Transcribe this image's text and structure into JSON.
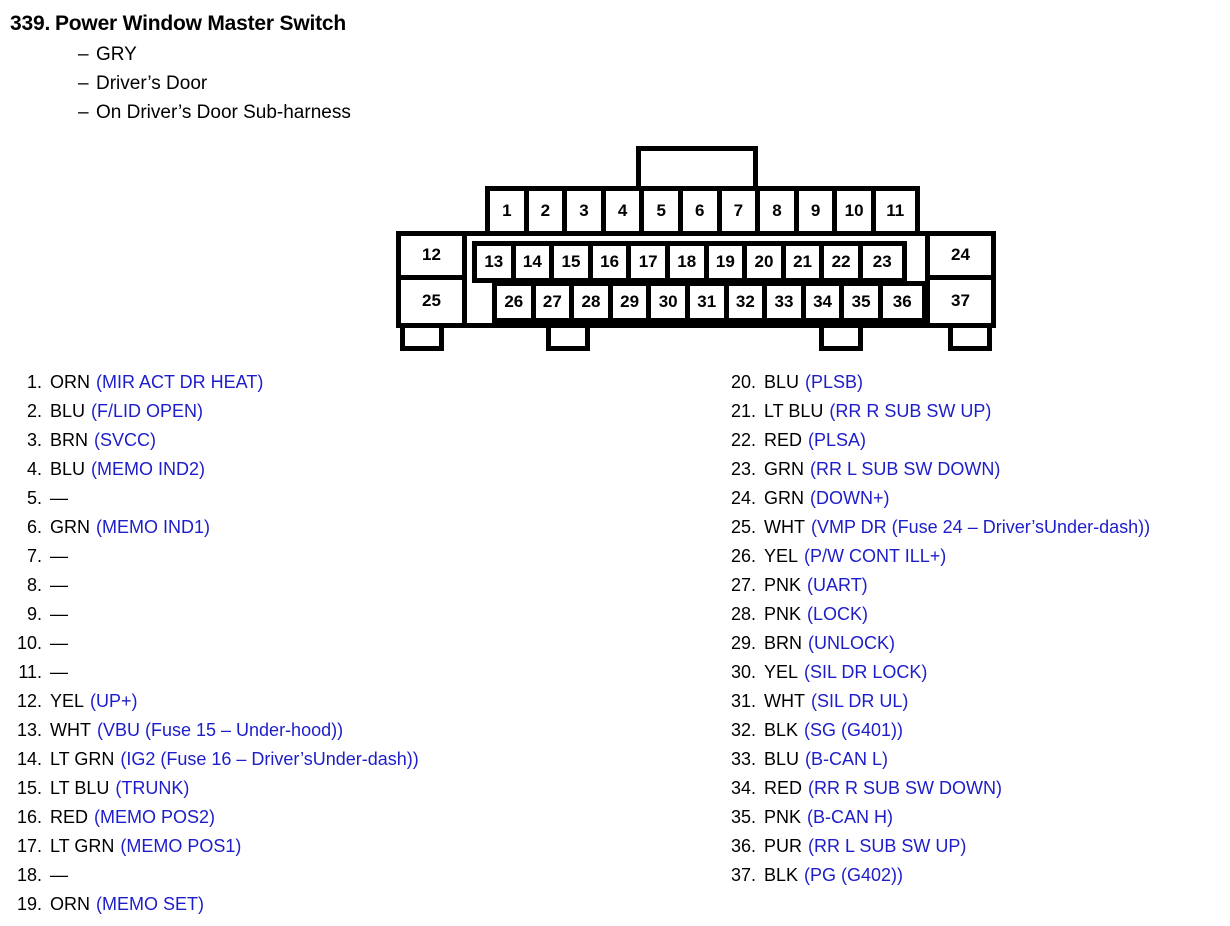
{
  "header": {
    "number": "339.",
    "title": "Power Window Master Switch",
    "bullets": [
      "GRY",
      "Driver’s Door",
      "On Driver’s Door Sub-harness"
    ],
    "dash": "–"
  },
  "connector": {
    "top_row": [
      "1",
      "2",
      "3",
      "4",
      "5",
      "6",
      "7",
      "8",
      "9",
      "10",
      "11"
    ],
    "left_col": [
      "12",
      "25"
    ],
    "middle_row": [
      "13",
      "14",
      "15",
      "16",
      "17",
      "18",
      "19",
      "20",
      "21",
      "22",
      "23"
    ],
    "bottom_row": [
      "26",
      "27",
      "28",
      "29",
      "30",
      "31",
      "32",
      "33",
      "34",
      "35",
      "36"
    ],
    "right_col": [
      "24",
      "37"
    ]
  },
  "colors": {
    "description": "#1d1dc9",
    "text": "#000000",
    "outline": "#000000"
  },
  "pins_left": [
    {
      "num": "1.",
      "color": "ORN",
      "desc": "(MIR ACT DR HEAT)"
    },
    {
      "num": "2.",
      "color": "BLU",
      "desc": "(F/LID OPEN)"
    },
    {
      "num": "3.",
      "color": "BRN",
      "desc": "(SVCC)"
    },
    {
      "num": "4.",
      "color": "BLU",
      "desc": "(MEMO IND2)"
    },
    {
      "num": "5.",
      "color": "—",
      "desc": ""
    },
    {
      "num": "6.",
      "color": "GRN",
      "desc": "(MEMO IND1)"
    },
    {
      "num": "7.",
      "color": "—",
      "desc": ""
    },
    {
      "num": "8.",
      "color": "—",
      "desc": ""
    },
    {
      "num": "9.",
      "color": "—",
      "desc": ""
    },
    {
      "num": "10.",
      "color": "—",
      "desc": ""
    },
    {
      "num": "11.",
      "color": "—",
      "desc": ""
    },
    {
      "num": "12.",
      "color": "YEL",
      "desc": "(UP+)"
    },
    {
      "num": "13.",
      "color": "WHT",
      "desc": "(VBU (Fuse 15 – Under-hood))"
    },
    {
      "num": "14.",
      "color": "LT GRN",
      "desc": "(IG2 (Fuse 16 – Driver’sUnder-dash))"
    },
    {
      "num": "15.",
      "color": "LT BLU",
      "desc": "(TRUNK)"
    },
    {
      "num": "16.",
      "color": "RED",
      "desc": "(MEMO POS2)"
    },
    {
      "num": "17.",
      "color": "LT GRN",
      "desc": "(MEMO POS1)"
    },
    {
      "num": "18.",
      "color": "—",
      "desc": ""
    },
    {
      "num": "19.",
      "color": "ORN",
      "desc": "(MEMO SET)"
    }
  ],
  "pins_right": [
    {
      "num": "20.",
      "color": "BLU",
      "desc": "(PLSB)"
    },
    {
      "num": "21.",
      "color": "LT BLU",
      "desc": "(RR R SUB SW UP)"
    },
    {
      "num": "22.",
      "color": "RED",
      "desc": "(PLSA)"
    },
    {
      "num": "23.",
      "color": "GRN",
      "desc": "(RR L SUB SW DOWN)"
    },
    {
      "num": "24.",
      "color": "GRN",
      "desc": "(DOWN+)"
    },
    {
      "num": "25.",
      "color": "WHT",
      "desc": "(VMP DR (Fuse 24 – Driver’sUnder-dash))"
    },
    {
      "num": "26.",
      "color": "YEL",
      "desc": "(P/W CONT ILL+)"
    },
    {
      "num": "27.",
      "color": "PNK",
      "desc": "(UART)"
    },
    {
      "num": "28.",
      "color": "PNK",
      "desc": "(LOCK)"
    },
    {
      "num": "29.",
      "color": "BRN",
      "desc": "(UNLOCK)"
    },
    {
      "num": "30.",
      "color": "YEL",
      "desc": "(SIL DR LOCK)"
    },
    {
      "num": "31.",
      "color": "WHT",
      "desc": "(SIL DR UL)"
    },
    {
      "num": "32.",
      "color": "BLK",
      "desc": "(SG (G401))"
    },
    {
      "num": "33.",
      "color": "BLU",
      "desc": "(B-CAN L)"
    },
    {
      "num": "34.",
      "color": "RED",
      "desc": "(RR R SUB SW DOWN)"
    },
    {
      "num": "35.",
      "color": "PNK",
      "desc": "(B-CAN H)"
    },
    {
      "num": "36.",
      "color": "PUR",
      "desc": "(RR L SUB SW UP)"
    },
    {
      "num": "37.",
      "color": "BLK",
      "desc": "(PG (G402))"
    }
  ]
}
